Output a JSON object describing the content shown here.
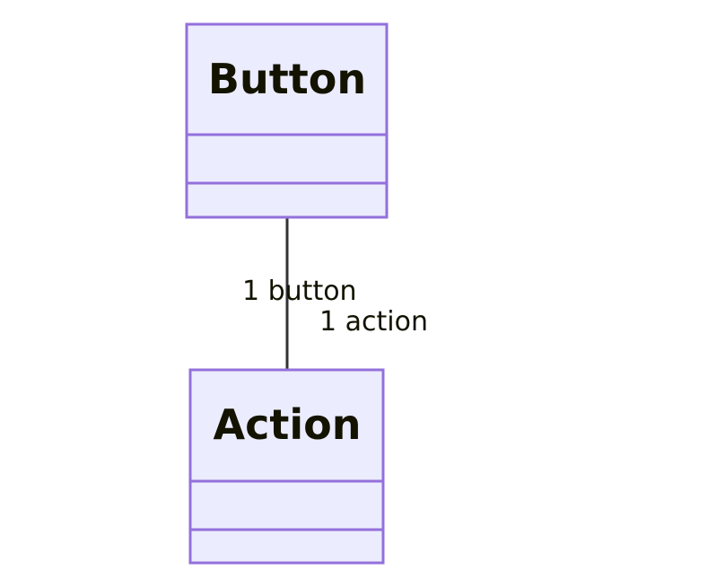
{
  "diagram": {
    "classes": [
      {
        "id": "button",
        "name": "Button"
      },
      {
        "id": "action",
        "name": "Action"
      }
    ],
    "relationship": {
      "from": "Button",
      "to": "Action",
      "from_multiplicity": "1 button",
      "to_multiplicity": "1 action"
    },
    "colors": {
      "class_fill": "#ECECFF",
      "class_border": "#9370DB",
      "line": "#333333",
      "text": "#131300"
    }
  }
}
